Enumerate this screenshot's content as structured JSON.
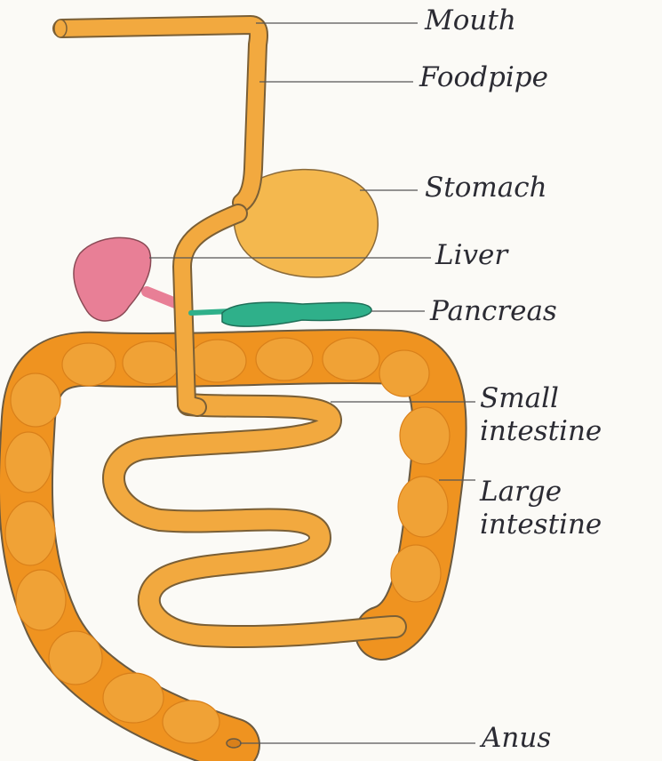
{
  "labels": {
    "mouth": "Mouth",
    "foodpipe": "Foodpipe",
    "stomach": "Stomach",
    "liver": "Liver",
    "pancreas": "Pancreas",
    "small_intestine_1": "Small",
    "small_intestine_2": "intestine",
    "large_intestine_1": "Large",
    "large_intestine_2": "intestine",
    "anus": "Anus"
  },
  "colors": {
    "tube": "#f2a93f",
    "tube_light": "#f7c366",
    "stomach": "#f4b84e",
    "liver": "#e87f96",
    "pancreas": "#2fb08a",
    "large_intestine": "#ef9320",
    "outline": "#6b5a40",
    "leader": "#555555"
  }
}
